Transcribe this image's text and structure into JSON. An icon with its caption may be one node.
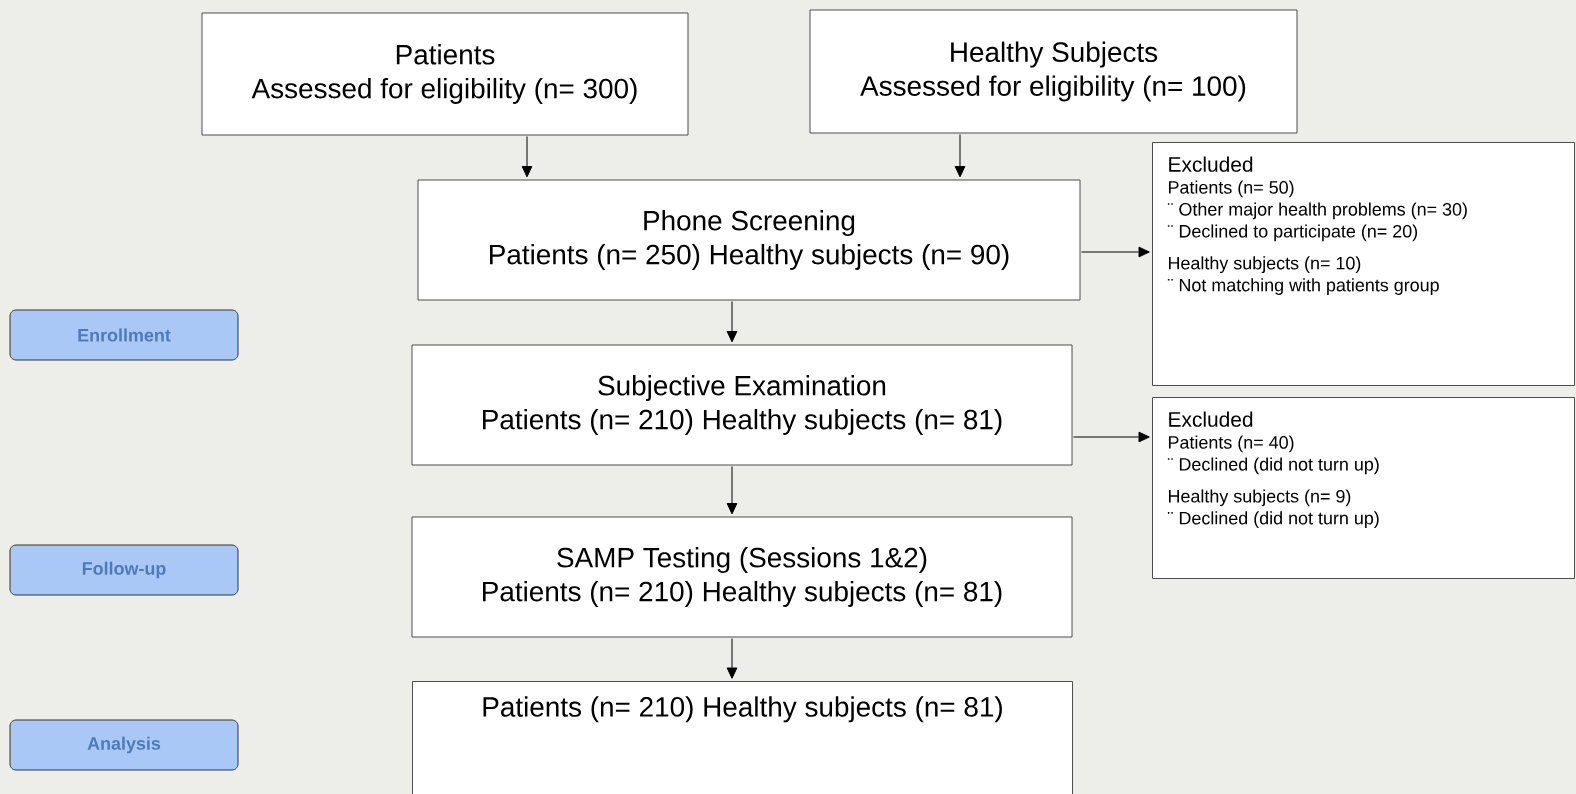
{
  "diagram": {
    "nodes": [
      {
        "text": [
          "Patients",
          "Assessed for eligibility (n= 300)"
        ]
      },
      {
        "text": [
          "Healthy Subjects",
          "Assessed for eligibility (n= 100)"
        ]
      },
      {
        "text": [
          "Phone Screening",
          "Patients (n= 250) Healthy subjects (n= 90)"
        ]
      },
      {
        "text": [
          "Excluded",
          "Patients (n= 50)",
          "¨ Other major health problems (n= 30)",
          "¨ Declined to participate (n= 20)",
          "Healthy subjects (n= 10)",
          "¨ Not matching with patients group"
        ]
      },
      {
        "text": [
          "Subjective Examination",
          "Patients (n= 210) Healthy subjects (n= 81)"
        ]
      },
      {
        "text": [
          "Excluded",
          "Patients (n= 40)",
          "¨ Declined (did not turn up)",
          "Healthy subjects (n= 9)",
          "¨ Declined (did not turn up)"
        ]
      },
      {
        "text": [
          "SAMP Testing (Sessions 1&2)",
          "Patients (n= 210) Healthy subjects (n= 81)"
        ]
      },
      {
        "text": [
          "Patients (n= 210) Healthy subjects (n= 81)"
        ]
      },
      {
        "text": [
          "Enrollment"
        ]
      },
      {
        "text": [
          "Follow-up"
        ]
      },
      {
        "text": [
          "Analysis"
        ]
      }
    ],
    "edges": [
      {
        "from": 0,
        "to": 2,
        "arrow": "to"
      },
      {
        "from": 1,
        "to": 2,
        "arrow": "to"
      },
      {
        "from": 2,
        "to": 3,
        "arrow": "to"
      },
      {
        "from": 2,
        "to": 4,
        "arrow": "to"
      },
      {
        "from": 4,
        "to": 5,
        "arrow": "to"
      },
      {
        "from": 4,
        "to": 6,
        "arrow": "to"
      },
      {
        "from": 6,
        "to": 7,
        "arrow": "to"
      }
    ]
  }
}
